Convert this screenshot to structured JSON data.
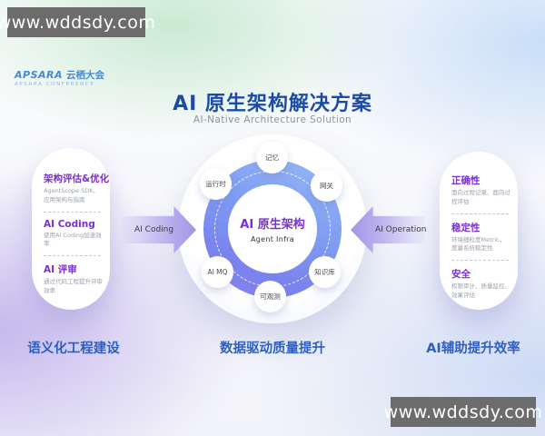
{
  "watermarks": {
    "top_left": "www.wddsdy.com",
    "bottom_right": "www.wddsdy.com"
  },
  "logo": {
    "brand": "APSARA",
    "event": "云栖大会",
    "tagline": "APSARA CONFERENCE"
  },
  "header": {
    "title": "AI 原生架构解决方案",
    "subtitle": "AI-Native Architecture Solution"
  },
  "left_panel": {
    "items": [
      {
        "title": "架构评估&优化",
        "desc": "AgentScope SDK、应用架构与指南"
      },
      {
        "title": "AI Coding",
        "desc": "使用AI Coding加速效率"
      },
      {
        "title": "AI 评审",
        "desc": "通过代码工程提升评审效率"
      }
    ],
    "caption": "语义化工程建设"
  },
  "center": {
    "core_title": "AI 原生架构",
    "core_subtitle": "Agent Infra",
    "nodes": [
      "记忆",
      "运行时",
      "网关",
      "AI MQ",
      "知识库",
      "可观测"
    ],
    "left_arrow_label": "AI Coding",
    "right_arrow_label": "AI Operation",
    "caption": "数据驱动质量提升"
  },
  "right_panel": {
    "items": [
      {
        "title": "正确性",
        "desc": "面向过程记录、面向过程评估"
      },
      {
        "title": "稳定性",
        "desc": "环境细粒度Metric，度量系统稳定性"
      },
      {
        "title": "安全",
        "desc": "权限审计、质量监控、效果评估"
      }
    ],
    "caption": "AI辅助提升效率"
  },
  "colors": {
    "title_blue": "#1c4ba6",
    "caption_blue": "#2e5fc0",
    "heading_purple": "#7c2fd0",
    "ring_blue": "#7e9bf2",
    "ring_purple": "#8d83f1",
    "arrow_lavender": "#b7abee",
    "watermark_bg": "#6c6c6c"
  }
}
